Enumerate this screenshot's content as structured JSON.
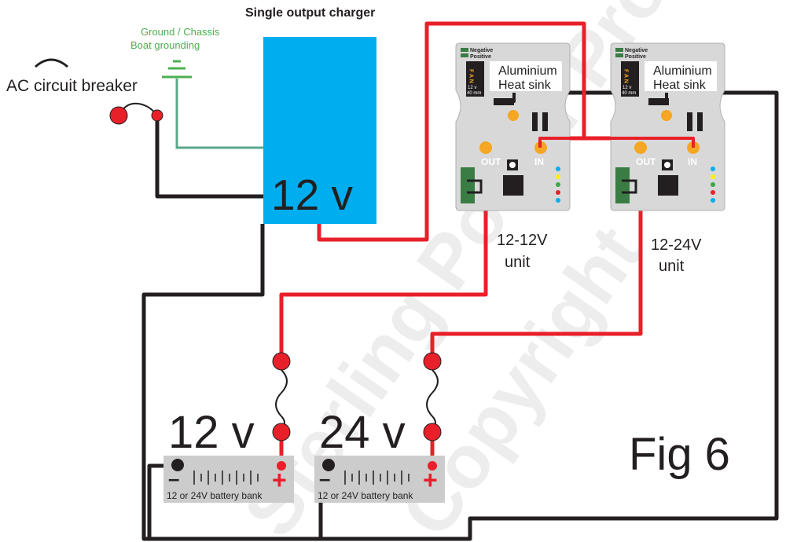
{
  "title": "Single output charger",
  "ground": {
    "line1": "Ground / Chassis",
    "line2": "Boat grounding"
  },
  "breaker": {
    "label": "AC circuit breaker"
  },
  "charger": {
    "voltage": "12 v"
  },
  "units": [
    {
      "heatsink_line1": "Aluminium",
      "heatsink_line2": "Heat sink",
      "term_neg": "Negative",
      "term_pos": "Positive",
      "fan_letters": "F A N",
      "fan_volt": "12 v",
      "fan_size": "40 mm",
      "out_label": "OUT",
      "in_label": "IN",
      "name_line1": "12-12V",
      "name_line2": "unit"
    },
    {
      "heatsink_line1": "Aluminium",
      "heatsink_line2": "Heat sink",
      "term_neg": "Negative",
      "term_pos": "Positive",
      "fan_letters": "F A N",
      "fan_volt": "12 v",
      "fan_size": "40 mm",
      "out_label": "OUT",
      "in_label": "IN",
      "name_line1": "12-24V",
      "name_line2": "unit"
    }
  ],
  "batteries": [
    {
      "voltage": "12 v",
      "label": "12 or 24V battery bank",
      "minus": "–",
      "plus": "+"
    },
    {
      "voltage": "24 v",
      "label": "12 or 24V battery bank",
      "minus": "–",
      "plus": "+"
    }
  ],
  "figure_label": "Fig 6",
  "watermark": {
    "line1": "Sterling Power Project",
    "line2": "Copyright"
  },
  "colors": {
    "wire_positive": "#e8202a",
    "wire_negative": "#231f20",
    "ground_wire": "#5aa88a",
    "ground_text": "#4caf50",
    "charger_fill": "#00aeef",
    "unit_body": "#d8d8d8",
    "battery_body": "#cccccc",
    "terminal": "#e8202a",
    "gold_terminal": "#f5a623"
  }
}
